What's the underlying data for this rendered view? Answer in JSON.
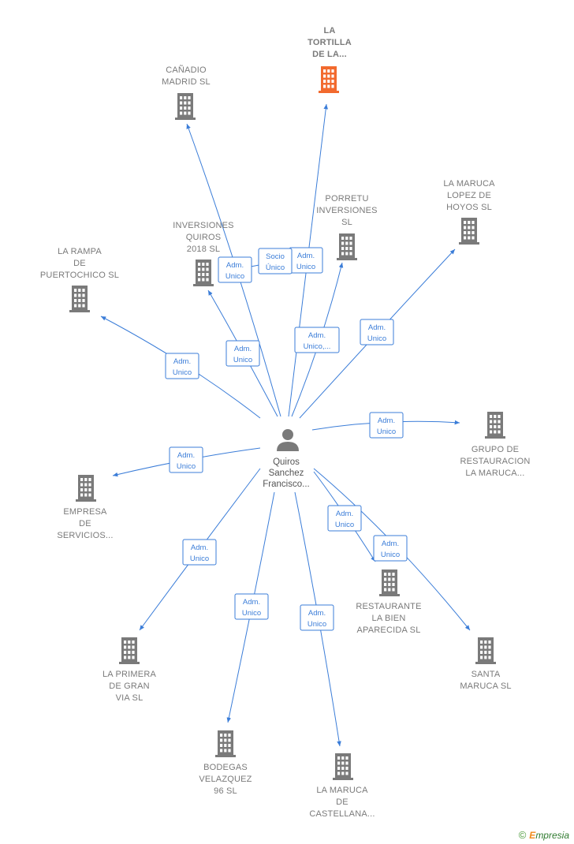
{
  "colors": {
    "edge": "#3b7dd8",
    "building": "#7a7a7a",
    "building_highlight": "#f26a2e",
    "person": "#7a7a7a"
  },
  "center": {
    "label": [
      "Quiros",
      "Sanchez",
      "Francisco..."
    ],
    "icon": "person-icon"
  },
  "nodes": [
    {
      "id": "la_tortilla",
      "label": [
        "LA",
        "TORTILLA",
        "DE LA..."
      ],
      "highlight": true,
      "icon": "building-icon"
    },
    {
      "id": "canadio",
      "label": [
        "CAÑADIO",
        "MADRID SL"
      ],
      "icon": "building-icon"
    },
    {
      "id": "porretu",
      "label": [
        "PORRETU",
        "INVERSIONES",
        "SL"
      ],
      "icon": "building-icon"
    },
    {
      "id": "la_maruca_lopez",
      "label": [
        "LA MARUCA",
        "LOPEZ DE",
        "HOYOS  SL"
      ],
      "icon": "building-icon"
    },
    {
      "id": "inversiones_quiros",
      "label": [
        "INVERSIONES",
        "QUIROS",
        "2018  SL"
      ],
      "icon": "building-icon"
    },
    {
      "id": "la_rampa",
      "label": [
        "LA RAMPA",
        "DE",
        "PUERTOCHICO SL"
      ],
      "icon": "building-icon"
    },
    {
      "id": "grupo",
      "label": [
        "GRUPO DE",
        "RESTAURACION",
        "LA MARUCA..."
      ],
      "icon": "building-icon"
    },
    {
      "id": "empresa",
      "label": [
        "EMPRESA",
        "DE",
        "SERVICIOS..."
      ],
      "icon": "building-icon"
    },
    {
      "id": "restaurante",
      "label": [
        "RESTAURANTE",
        "LA BIEN",
        "APARECIDA  SL"
      ],
      "icon": "building-icon"
    },
    {
      "id": "santa_maruca",
      "label": [
        "SANTA",
        "MARUCA  SL"
      ],
      "icon": "building-icon"
    },
    {
      "id": "la_primera",
      "label": [
        "LA PRIMERA",
        "DE GRAN",
        "VIA  SL"
      ],
      "icon": "building-icon"
    },
    {
      "id": "bodegas",
      "label": [
        "BODEGAS",
        "VELAZQUEZ",
        "96  SL"
      ],
      "icon": "building-icon"
    },
    {
      "id": "la_maruca_castellana",
      "label": [
        "LA MARUCA",
        "DE",
        "CASTELLANA..."
      ],
      "icon": "building-icon"
    }
  ],
  "edges": [
    {
      "to": "la_tortilla",
      "label": [
        "Adm.",
        "Unico"
      ]
    },
    {
      "to": "canadio",
      "label": [
        "Adm.",
        "Unico"
      ]
    },
    {
      "to": "inversiones_quiros",
      "label": [
        "Socio",
        "Único"
      ]
    },
    {
      "to": "porretu",
      "label": [
        "Adm.",
        "Unico,..."
      ]
    },
    {
      "to": "la_maruca_lopez",
      "label": [
        "Adm.",
        "Unico"
      ]
    },
    {
      "to": "inversiones_quiros",
      "label": [
        "Adm.",
        "Unico"
      ]
    },
    {
      "to": "la_rampa",
      "label": [
        "Adm.",
        "Unico"
      ]
    },
    {
      "to": "grupo",
      "label": [
        "Adm.",
        "Unico"
      ]
    },
    {
      "to": "empresa",
      "label": [
        "Adm.",
        "Unico"
      ]
    },
    {
      "to": "restaurante",
      "label": [
        "Adm.",
        "Unico"
      ]
    },
    {
      "to": "santa_maruca",
      "label": [
        "Adm.",
        "Unico"
      ]
    },
    {
      "to": "la_primera",
      "label": [
        "Adm.",
        "Unico"
      ]
    },
    {
      "to": "bodegas",
      "label": [
        "Adm.",
        "Unico"
      ]
    },
    {
      "to": "la_maruca_castellana",
      "label": [
        "Adm.",
        "Unico"
      ]
    }
  ],
  "watermark": {
    "symbol": "©",
    "brand_first": "E",
    "brand_rest": "mpresia"
  }
}
